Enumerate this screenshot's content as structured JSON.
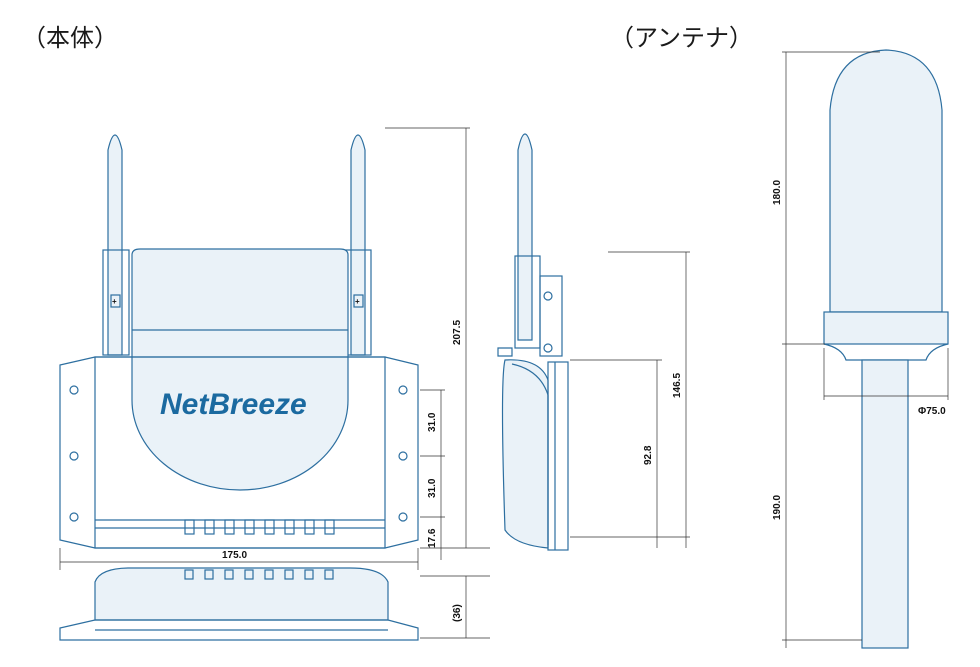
{
  "headers": {
    "body": "（本体）",
    "antenna": "（アンテナ）"
  },
  "brand": "NetBreeze",
  "dimensions": {
    "height_total": "207.5",
    "hole_pitch_upper": "31.0",
    "hole_pitch_lower": "31.0",
    "bottom_offset": "17.6",
    "width": "175.0",
    "depth": "(36)",
    "side_height": "146.5",
    "side_mount": "92.8",
    "antenna_height": "180.0",
    "antenna_diameter": "Φ75.0",
    "pole_height": "190.0"
  },
  "colors": {
    "outline": "#2d6fa0",
    "fill": "#eaf2f8",
    "brand": "#1b6aa0"
  }
}
